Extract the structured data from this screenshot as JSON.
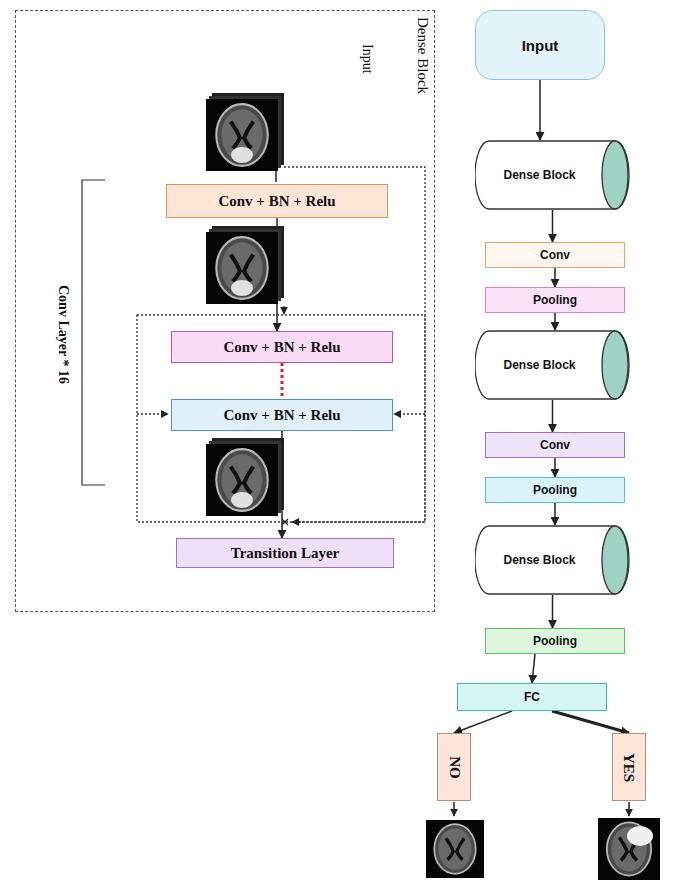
{
  "diagram": {
    "nodes": [
      {
        "text": [
          "Dense Block"
        ]
      },
      {
        "text": [
          "Conv + BN + Relu"
        ],
        "in": 0
      },
      {
        "text": [
          "Conv + BN + Relu"
        ],
        "in": 0
      },
      {
        "text": [
          "Conv + BN + Relu"
        ],
        "in": 0
      },
      {
        "text": [
          "Transition Layer"
        ],
        "in": 0
      },
      {
        "text": [
          "Input"
        ]
      },
      {
        "text": [
          "Dense Block"
        ]
      },
      {
        "text": [
          "Conv"
        ]
      },
      {
        "text": [
          "Pooling"
        ]
      },
      {
        "text": [
          "Dense Block"
        ]
      },
      {
        "text": [
          "Conv"
        ]
      },
      {
        "text": [
          "Pooling"
        ]
      },
      {
        "text": [
          "Dense Block"
        ]
      },
      {
        "text": [
          "Pooling"
        ]
      },
      {
        "text": [
          "FC"
        ]
      },
      {
        "text": [
          "NO"
        ]
      },
      {
        "text": [
          "YES"
        ]
      }
    ],
    "edges": [
      {
        "from": 1,
        "to": 2,
        "arrow": "to"
      },
      {
        "from": 2,
        "to": 3,
        "arrow": "none"
      },
      {
        "from": 3,
        "to": 4,
        "arrow": "to"
      },
      {
        "from": 5,
        "to": 6,
        "arrow": "to"
      },
      {
        "from": 6,
        "to": 7,
        "arrow": "to"
      },
      {
        "from": 7,
        "to": 8,
        "arrow": "to"
      },
      {
        "from": 8,
        "to": 9,
        "arrow": "to"
      },
      {
        "from": 9,
        "to": 10,
        "arrow": "to"
      },
      {
        "from": 10,
        "to": 11,
        "arrow": "to"
      },
      {
        "from": 11,
        "to": 12,
        "arrow": "to"
      },
      {
        "from": 12,
        "to": 13,
        "arrow": "to"
      },
      {
        "from": 13,
        "to": 14,
        "arrow": "to"
      },
      {
        "from": 14,
        "to": 15,
        "arrow": "to"
      },
      {
        "from": 14,
        "to": 16,
        "arrow": "to"
      }
    ],
    "labels": [
      "Input",
      "Conv Layer * 16"
    ]
  }
}
